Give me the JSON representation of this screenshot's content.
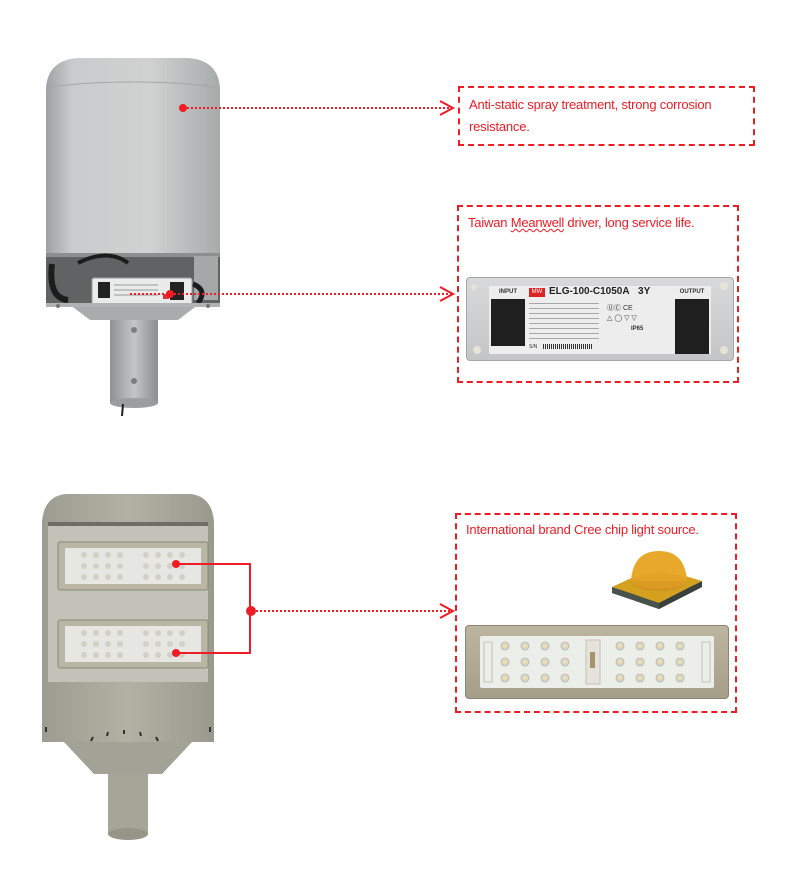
{
  "callouts": [
    {
      "id": "housing",
      "text_line1": "Anti-static spray treatment, strong corrosion",
      "text_line2": "resistance."
    },
    {
      "id": "driver",
      "text_prefix": "Taiwan ",
      "text_brand": "Meanwell",
      "text_suffix": " driver, long service life."
    },
    {
      "id": "chip",
      "text": "International brand Cree chip light source."
    }
  ],
  "driver_label": {
    "input_header": "INPUT",
    "output_header": "OUTPUT",
    "model": "ELG-100-C1050A",
    "warranty": "3Y",
    "brand_logo": "MW",
    "ip_rating": "IP65",
    "serial_label": "S/N"
  },
  "colors": {
    "accent_red": "#ee1c25",
    "housing_gray": "#b9bcbb",
    "fixture_beige": "#a9a89a",
    "chip_amber": "#e8a92a"
  }
}
